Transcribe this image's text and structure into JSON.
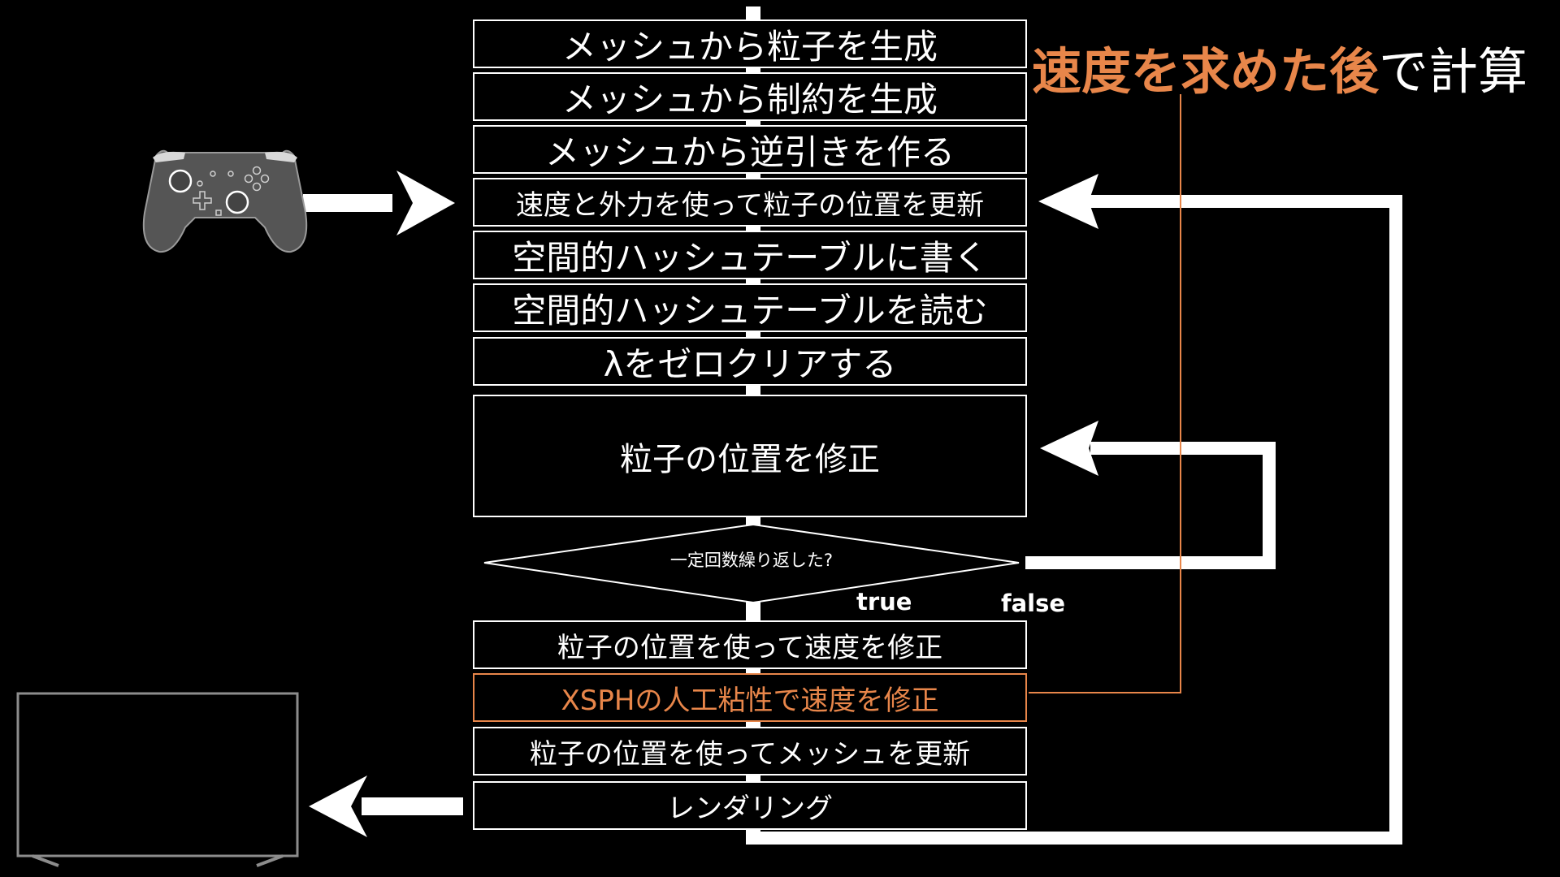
{
  "steps": [
    "メッシュから粒子を生成",
    "メッシュから制約を生成",
    "メッシュから逆引きを作る",
    "速度と外力を使って粒子の位置を更新",
    "空間的ハッシュテーブルに書く",
    "空間的ハッシュテーブルを読む",
    "λをゼロクリアする",
    "粒子の位置を修正",
    "粒子の位置を使って速度を修正",
    "XSPHの人工粘性で速度を修正",
    "粒子の位置を使ってメッシュを更新",
    "レンダリング"
  ],
  "decision": {
    "label": "一定回数繰り返した?",
    "true_label": "true",
    "false_label": "false"
  },
  "note": {
    "highlight": "速度を求めた後",
    "rest": "で計算"
  },
  "icons": {
    "input": "game-controller-icon",
    "output": "monitor-icon"
  },
  "colors": {
    "background": "#000000",
    "line": "#ffffff",
    "accent": "#e8864a"
  }
}
